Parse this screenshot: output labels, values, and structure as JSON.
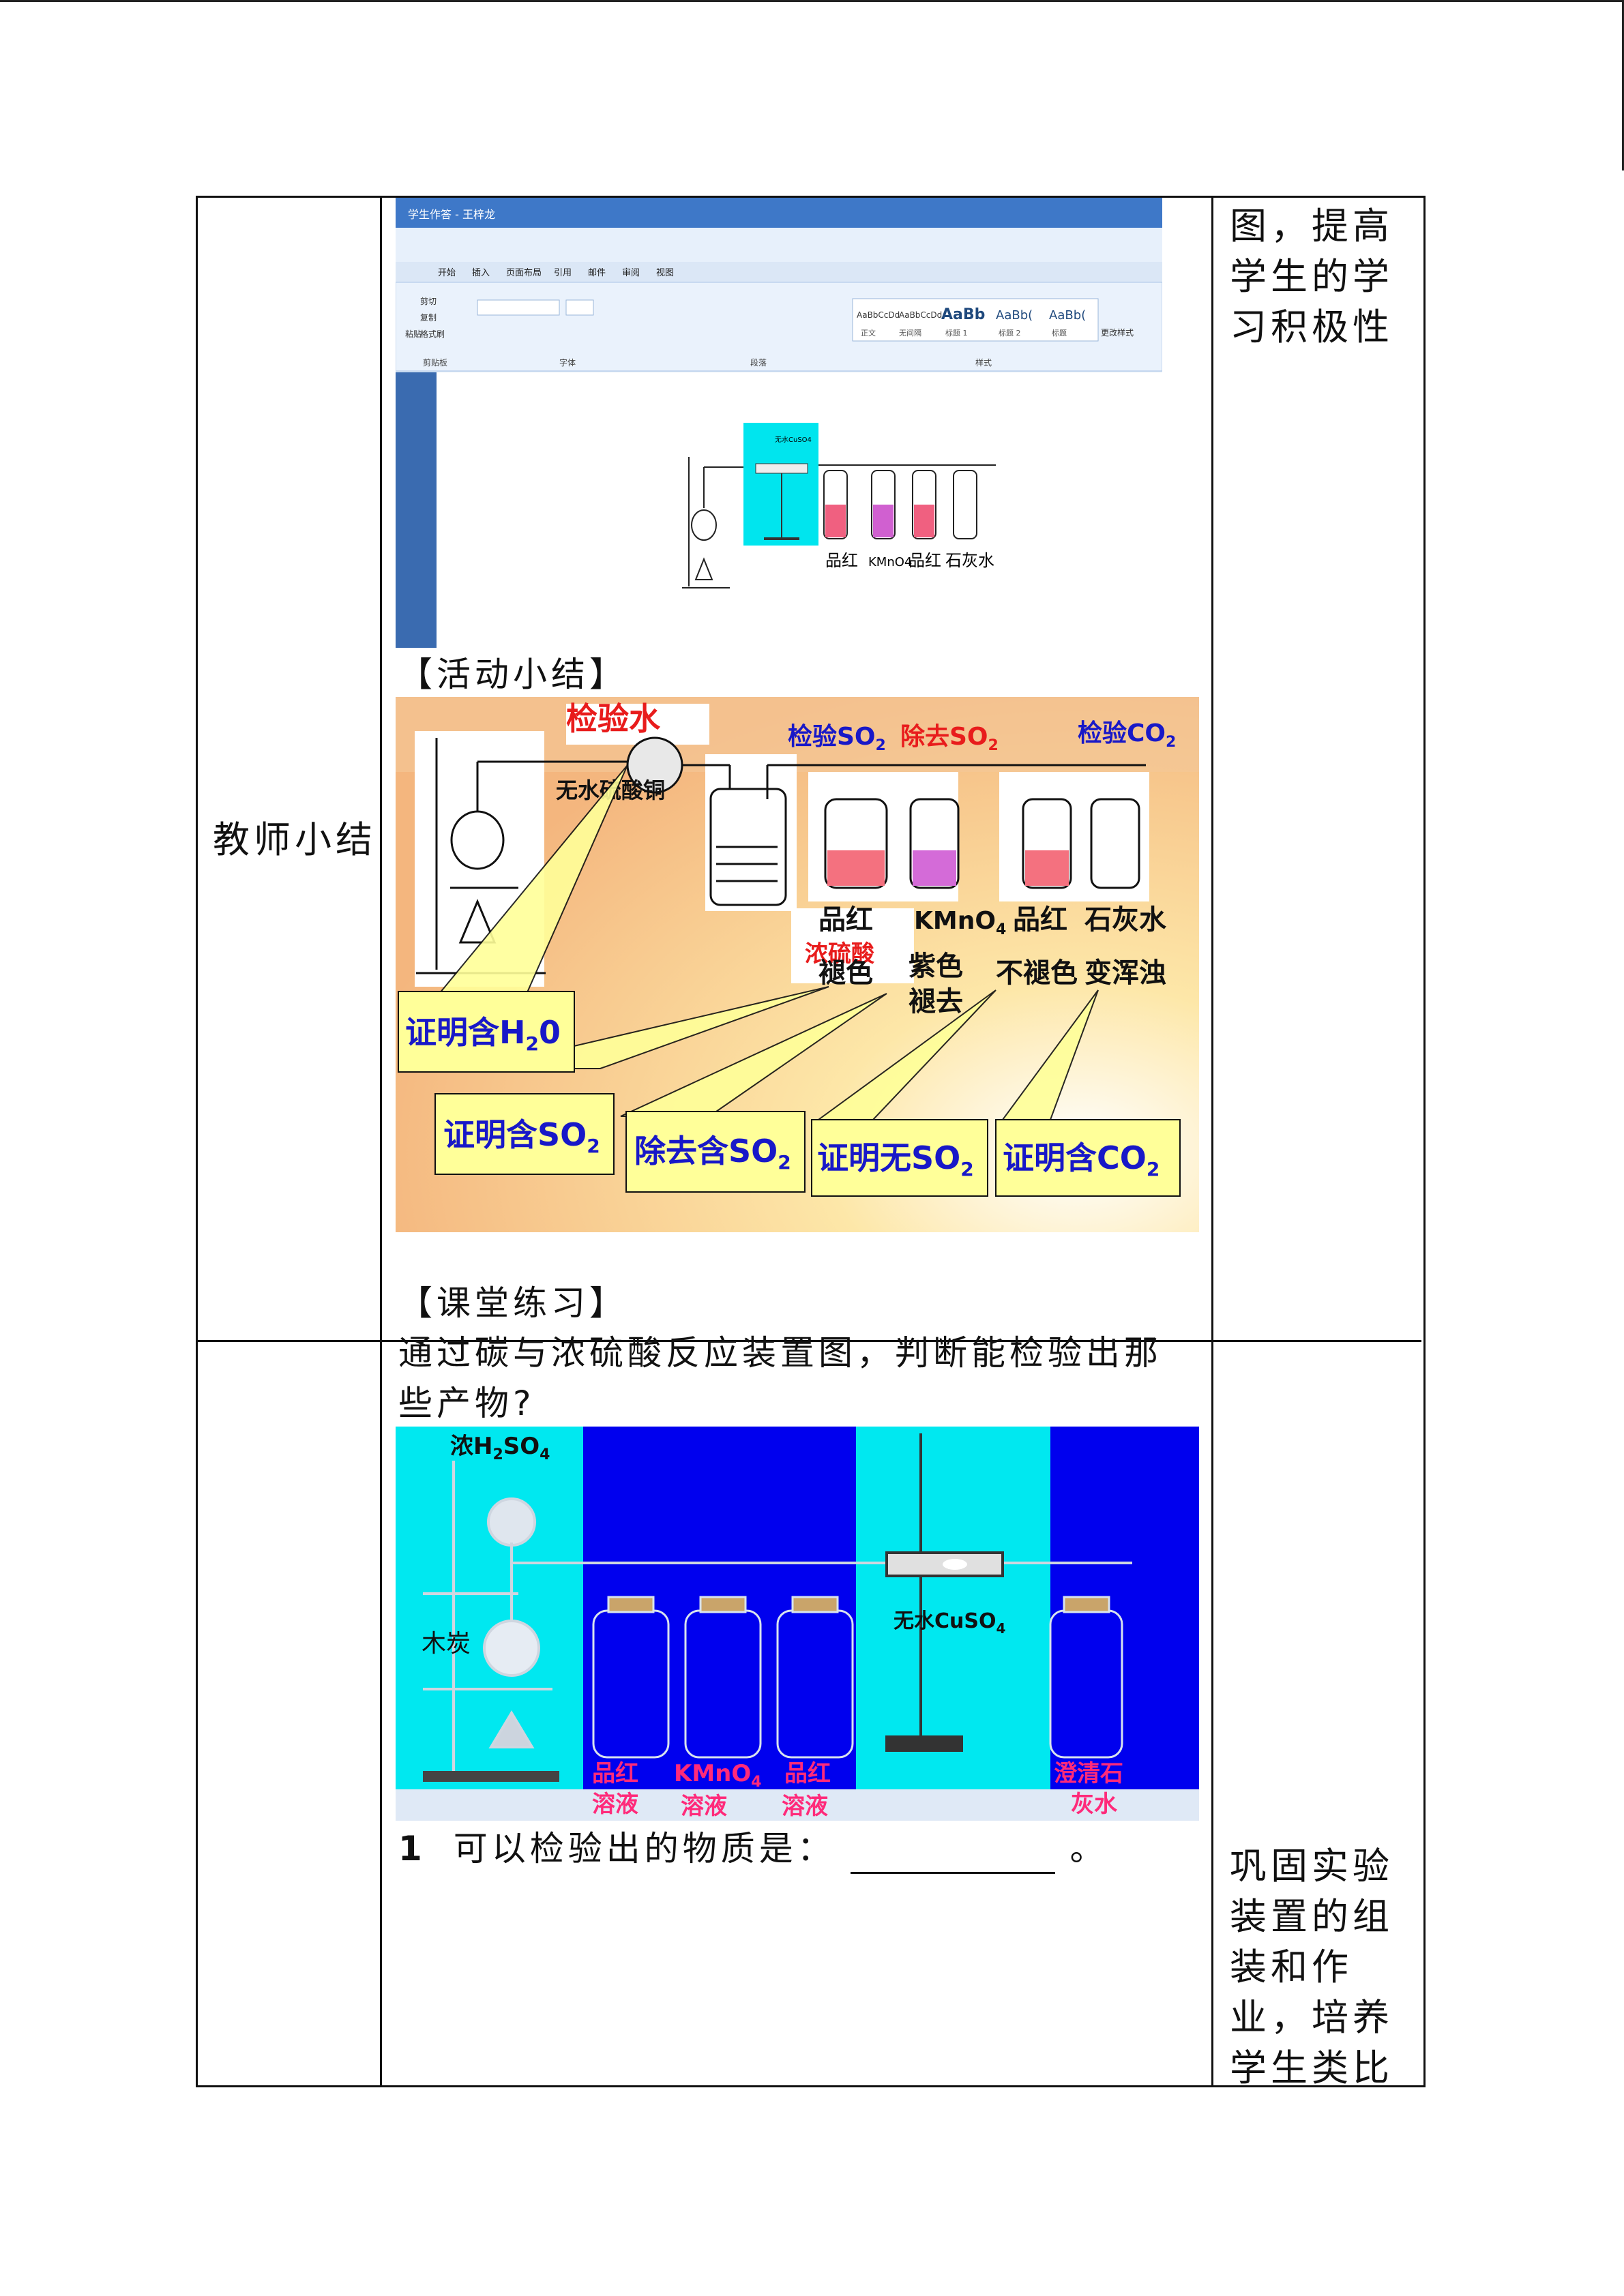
{
  "table": {
    "left_label": "教师小结",
    "right_top_text": [
      "图，提高",
      "学生的学",
      "习积极性"
    ],
    "right_bottom_text": [
      "巩固实验",
      "装置的组",
      "装和作",
      "业，培养",
      "学生类比"
    ]
  },
  "word_screenshot": {
    "title": "学生作答 - 王梓龙",
    "ribbon_tabs": [
      "开始",
      "插入",
      "页面布局",
      "引用",
      "邮件",
      "审阅",
      "视图"
    ],
    "ribbon_groups": [
      "剪贴板",
      "字体",
      "段落",
      "样式"
    ],
    "style_gallery": [
      "AaBbCcDd",
      "AaBbCcDd",
      "AaBb",
      "AaBb(",
      "AaBb("
    ],
    "style_names": [
      "正文",
      "无间隔",
      "标题 1",
      "标题 2",
      "标题"
    ],
    "change_styles": "更改样式",
    "clipboard_items": [
      "剪切",
      "复制",
      "格式刷"
    ],
    "paste_label": "粘贴",
    "tube_label": "无水CuSO4",
    "bottle_labels": [
      "品红",
      "KMnO4",
      "品红",
      "石灰水"
    ]
  },
  "activity_summary": {
    "heading": "【活动小结】",
    "labels": {
      "check_water": "检验水",
      "check_so2": "检验SO",
      "remove_so2": "除去SO",
      "check_co2": "检验CO",
      "anhydrous_cuso4": "无水硫酸铜",
      "conc_h2so4": "浓硫酸",
      "pinhong1": "品红",
      "kmno4": "KMnO",
      "pinhong2": "品红",
      "limewater": "石灰水",
      "fade": "褪色",
      "purple_fade_1": "紫色",
      "purple_fade_2": "褪去",
      "no_fade": "不褪色",
      "turbid": "变浑浊"
    },
    "boxes": {
      "prove_h2o": "证明含H",
      "prove_so2": "证明含SO",
      "remove_so2": "除去含SO",
      "prove_no_so2": "证明无SO",
      "prove_co2": "证明含CO"
    },
    "sub2": "2",
    "sub4": "4",
    "h2o_tail": "0"
  },
  "exercise": {
    "heading": "【课堂练习】",
    "question_line1": "通过碳与浓硫酸反应装置图，判断能检验出那",
    "question_line2": "些产物?",
    "labels": {
      "conc_h2so4": "浓H",
      "conc_h2so4_tail": "SO",
      "charcoal": "木炭",
      "cuso4": "无水CuSO",
      "pinhong1": "品红",
      "kmno4": "KMnO",
      "pinhong2": "品红",
      "solution": "溶液",
      "limewater1": "澄清石",
      "limewater2": "灰水"
    },
    "item_number": "1",
    "item_text": "可以检验出的物质是：",
    "item_end": "。"
  }
}
